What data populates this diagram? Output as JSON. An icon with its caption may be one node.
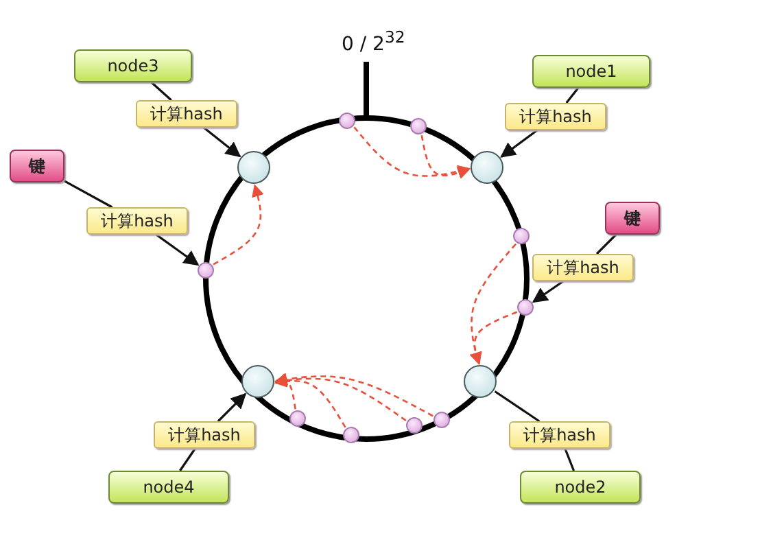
{
  "diagram": {
    "nodes": [
      {
        "text": [
          "node3"
        ]
      },
      {
        "text": [
          "计算hash"
        ]
      },
      {
        "text": [
          "键"
        ]
      },
      {
        "text": [
          "计算hash"
        ]
      },
      {
        "text": [
          "node1"
        ]
      },
      {
        "text": [
          "计算hash"
        ]
      },
      {
        "text": [
          "键"
        ]
      },
      {
        "text": [
          "计算hash"
        ]
      },
      {
        "text": [
          "计算hash"
        ]
      },
      {
        "text": [
          "node4"
        ]
      },
      {
        "text": [
          "计算hash"
        ]
      },
      {
        "text": [
          "node2"
        ]
      },
      {
        "text": [],
        "shape": "circle"
      },
      {
        "text": [],
        "shape": "circle"
      },
      {
        "text": [],
        "shape": "circle"
      },
      {
        "text": [],
        "shape": "circle"
      },
      {
        "text": [],
        "shape": "circle"
      },
      {
        "text": [],
        "shape": "circle"
      },
      {
        "text": [],
        "shape": "circle"
      },
      {
        "text": [],
        "shape": "circle"
      },
      {
        "text": [],
        "shape": "circle"
      },
      {
        "text": [],
        "shape": "circle"
      },
      {
        "text": [],
        "shape": "circle"
      },
      {
        "text": [],
        "shape": "circle"
      },
      {
        "text": [],
        "shape": "circle"
      }
    ],
    "edges": [
      {
        "from": 0,
        "to": 1,
        "arrow": "none"
      },
      {
        "from": 1,
        "to": 12,
        "arrow": "to"
      },
      {
        "from": 2,
        "to": 3,
        "arrow": "none"
      },
      {
        "from": 3,
        "to": 19,
        "arrow": "to"
      },
      {
        "from": 4,
        "to": 5,
        "arrow": "none"
      },
      {
        "from": 5,
        "to": 13,
        "arrow": "to"
      },
      {
        "from": 6,
        "to": 7,
        "arrow": "none"
      },
      {
        "from": 7,
        "to": 20,
        "arrow": "to"
      },
      {
        "from": 9,
        "to": 8,
        "arrow": "none"
      },
      {
        "from": 8,
        "to": 14,
        "arrow": "to"
      },
      {
        "from": 11,
        "to": 10,
        "arrow": "none"
      },
      {
        "from": 10,
        "to": 15,
        "arrow": "none"
      },
      {
        "from": 16,
        "to": 13,
        "arrow": "to",
        "style": "dashed",
        "color": "#e8503a"
      },
      {
        "from": 17,
        "to": 13,
        "arrow": "to",
        "style": "dashed",
        "color": "#e8503a"
      },
      {
        "from": 19,
        "to": 12,
        "arrow": "to",
        "style": "dashed",
        "color": "#e8503a"
      },
      {
        "from": 18,
        "to": 15,
        "arrow": "to",
        "style": "dashed",
        "color": "#e8503a"
      },
      {
        "from": 20,
        "to": 15,
        "arrow": "to",
        "style": "dashed",
        "color": "#e8503a"
      },
      {
        "from": 21,
        "to": 14,
        "arrow": "to",
        "style": "dashed",
        "color": "#e8503a"
      },
      {
        "from": 24,
        "to": 14,
        "arrow": "to",
        "style": "dashed",
        "color": "#e8503a"
      },
      {
        "from": 23,
        "to": 14,
        "arrow": "to",
        "style": "dashed",
        "color": "#e8503a"
      },
      {
        "from": 22,
        "to": 14,
        "arrow": "to",
        "style": "dashed",
        "color": "#e8503a"
      }
    ],
    "labels": [
      "0 / 2$^{32}$"
    ]
  }
}
